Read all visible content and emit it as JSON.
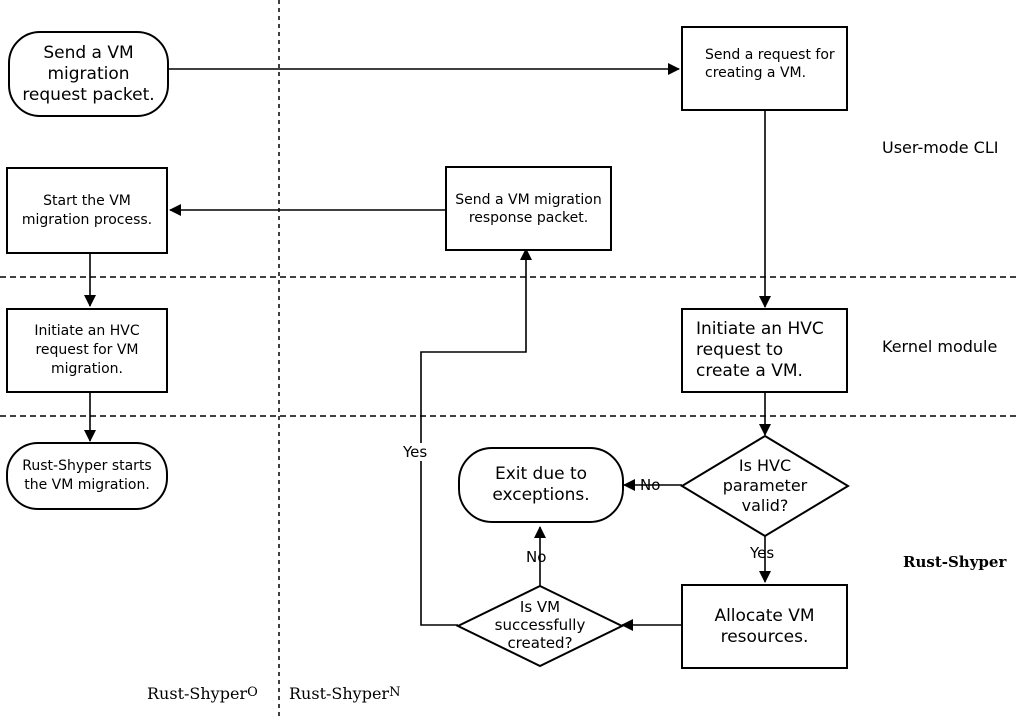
{
  "nodes": {
    "send_req_packet": "Send a VM migration request packet.",
    "send_create_req": "Send a request for creating a VM.",
    "start_migration": "Start the VM migration process.",
    "send_resp_packet": "Send a VM migration response packet.",
    "initiate_hvc_migration": "Initiate an HVC request for VM migration.",
    "initiate_hvc_create": "Initiate an HVC request to create a VM.",
    "rust_shyper_starts": "Rust-Shyper starts the VM migration.",
    "exit_exceptions": "Exit due to exceptions.",
    "hvc_valid_question": "Is HVC parameter valid?",
    "allocate_resources": "Allocate VM resources.",
    "vm_created_question": "Is VM successfully created?"
  },
  "edge_labels": {
    "no_hvc": "No",
    "yes_hvc": "Yes",
    "no_created": "No",
    "yes_created": "Yes"
  },
  "layers": {
    "user_mode": "User-mode CLI",
    "kernel": "Kernel module",
    "hypervisor": "Rust-Shyper"
  },
  "columns": {
    "left_name": "Rust-Shyper",
    "left_sup": "O",
    "right_name": "Rust-Shyper",
    "right_sup": "N"
  }
}
